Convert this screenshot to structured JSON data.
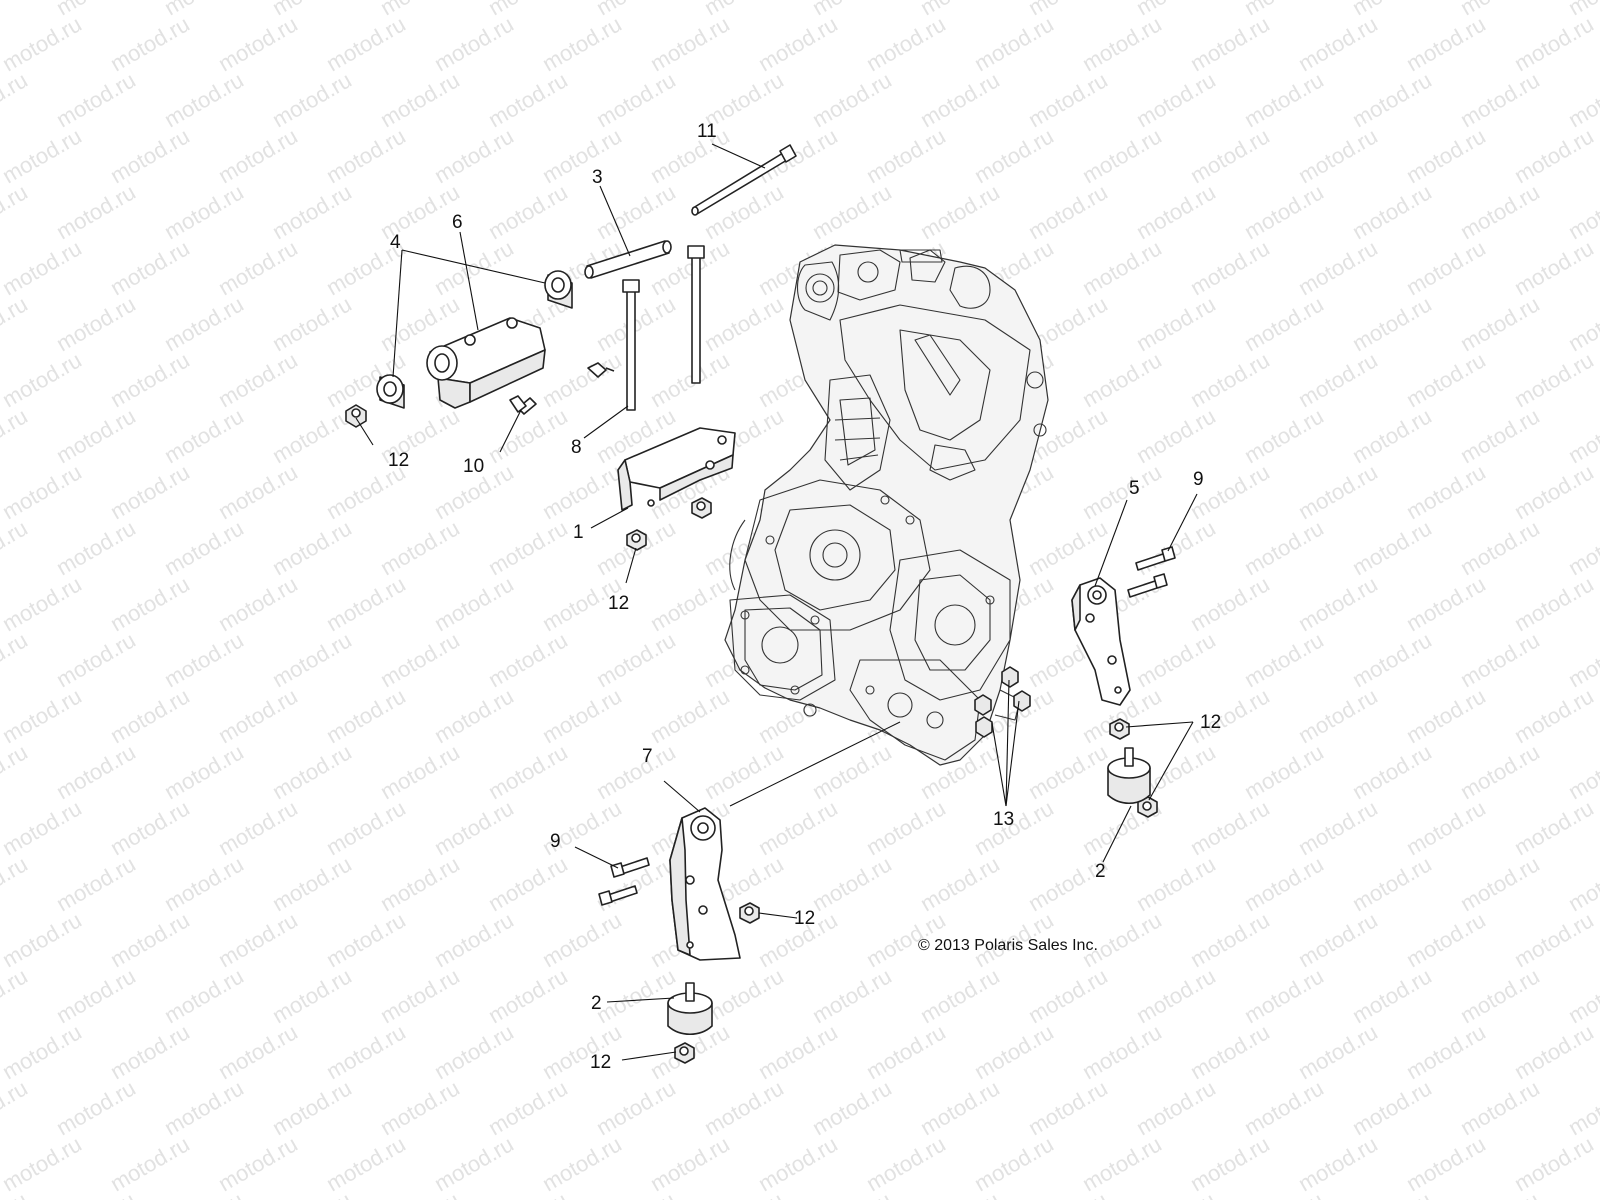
{
  "watermark": {
    "text": "motod.ru",
    "color": "#e2e2e2"
  },
  "copyright": "© 2013 Polaris Sales Inc.",
  "callouts": [
    {
      "key": "1",
      "text": "1"
    },
    {
      "key": "2a",
      "text": "2"
    },
    {
      "key": "2b",
      "text": "2"
    },
    {
      "key": "3",
      "text": "3"
    },
    {
      "key": "4",
      "text": "4"
    },
    {
      "key": "5",
      "text": "5"
    },
    {
      "key": "6",
      "text": "6"
    },
    {
      "key": "7",
      "text": "7"
    },
    {
      "key": "8",
      "text": "8"
    },
    {
      "key": "9a",
      "text": "9"
    },
    {
      "key": "9b",
      "text": "9"
    },
    {
      "key": "10",
      "text": "10"
    },
    {
      "key": "11",
      "text": "11"
    },
    {
      "key": "12a",
      "text": "12"
    },
    {
      "key": "12b",
      "text": "12"
    },
    {
      "key": "12c",
      "text": "12"
    },
    {
      "key": "12d",
      "text": "12"
    },
    {
      "key": "12e",
      "text": "12"
    },
    {
      "key": "13",
      "text": "13"
    }
  ]
}
